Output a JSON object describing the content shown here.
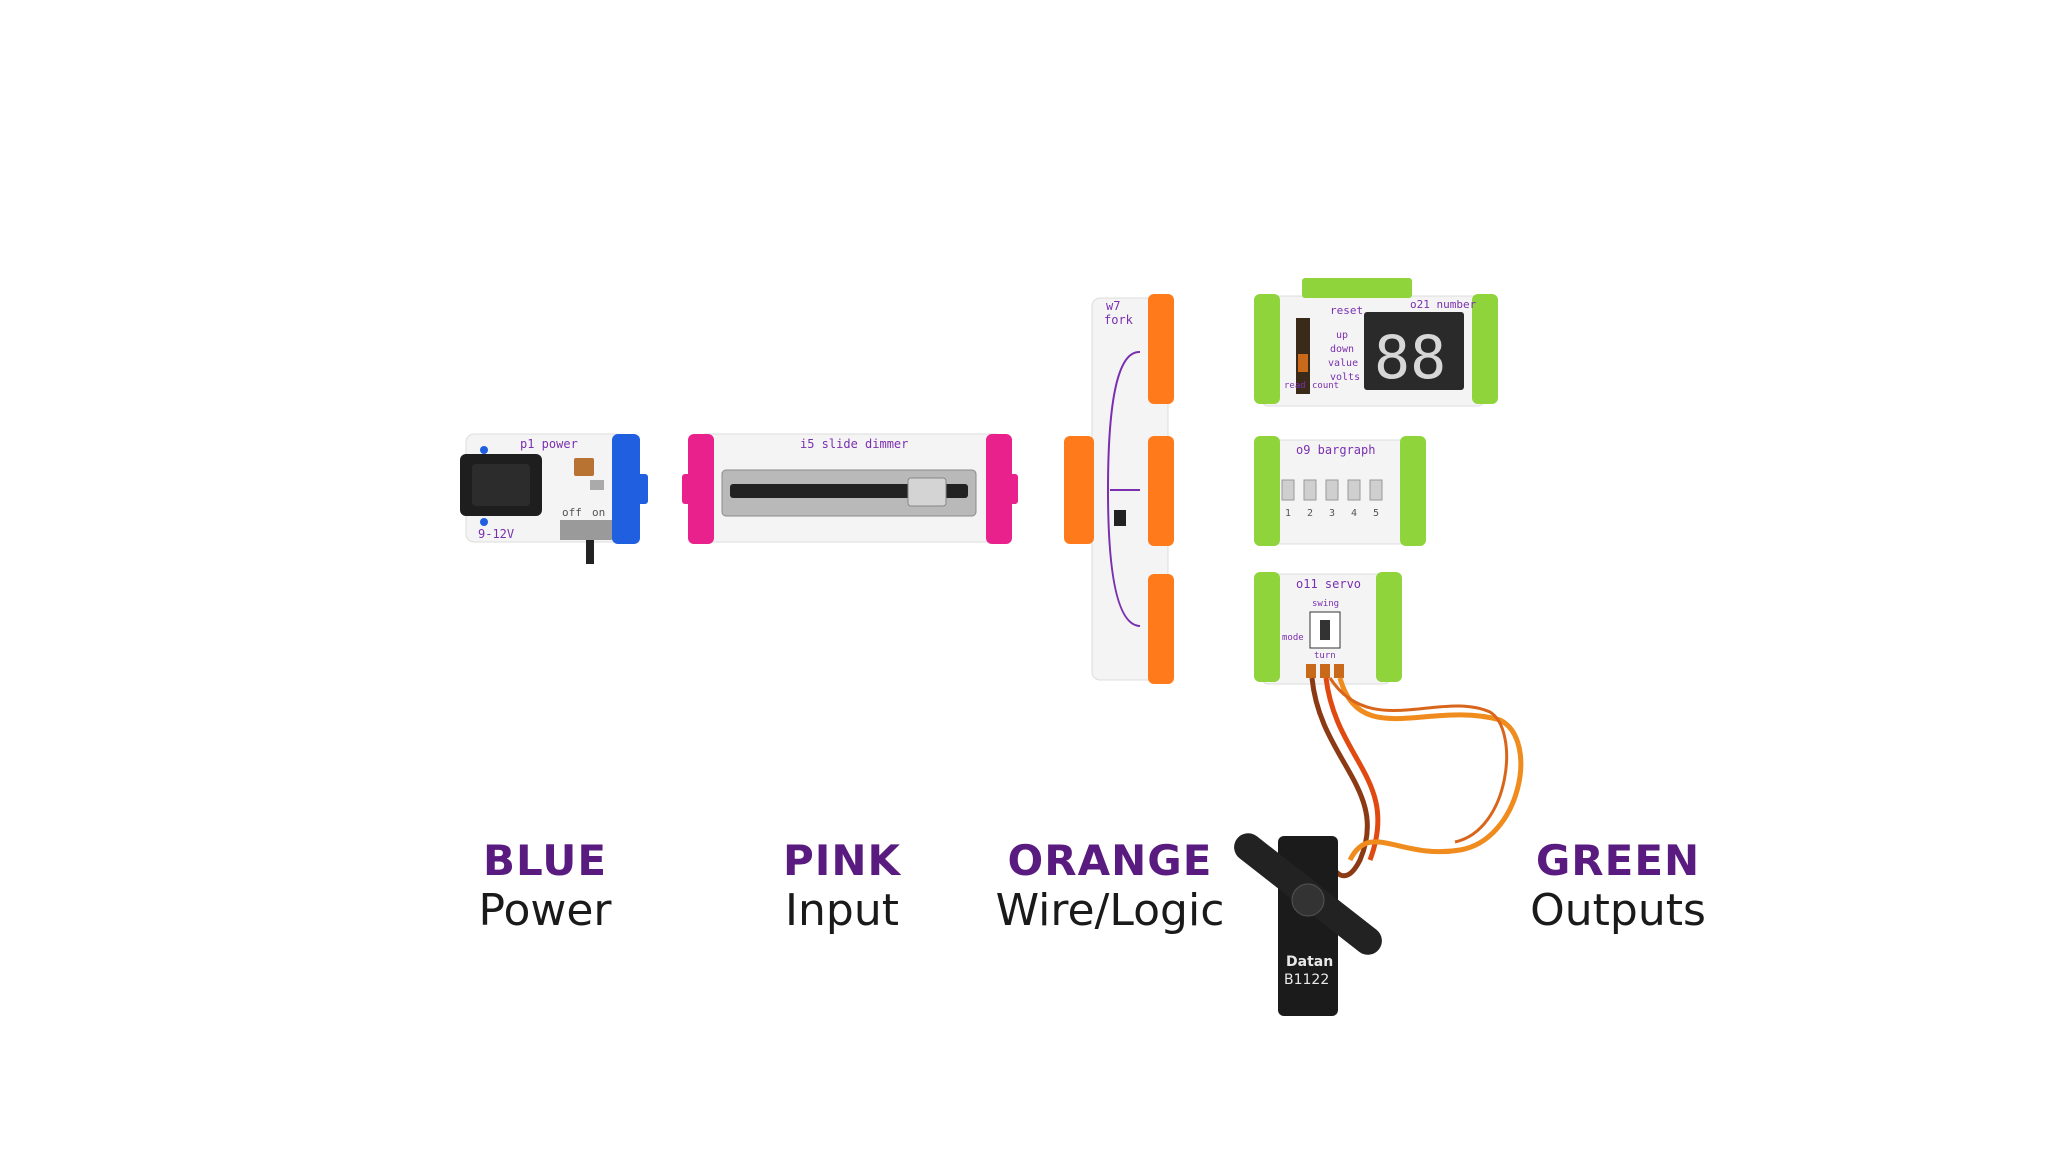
{
  "colors": {
    "label_purple": "#5a1b80",
    "blue": "#1f5fe0",
    "pink": "#e8218c",
    "orange": "#ff7a1a",
    "green": "#8ed43a",
    "pcb_trace": "#7a2fb0"
  },
  "labels": [
    {
      "category": "BLUE",
      "description": "Power"
    },
    {
      "category": "PINK",
      "description": "Input"
    },
    {
      "category": "ORANGE",
      "description": "Wire/Logic"
    },
    {
      "category": "GREEN",
      "description": "Outputs"
    }
  ],
  "modules": {
    "power": {
      "name": "p1 power",
      "voltage": "9-12V",
      "switch_off": "off",
      "switch_on": "on"
    },
    "dimmer": {
      "name": "i5 slide dimmer"
    },
    "fork": {
      "name_line1": "w7",
      "name_line2": "fork"
    },
    "number": {
      "name": "o21 number",
      "reset": "reset",
      "read": "read",
      "count": "count",
      "modes": [
        "up",
        "down",
        "value",
        "volts"
      ],
      "display": "88"
    },
    "bargraph": {
      "name": "o9 bargraph",
      "bars": [
        "1",
        "2",
        "3",
        "4",
        "5"
      ]
    },
    "servo": {
      "name": "o11 servo",
      "swing": "swing",
      "turn": "turn",
      "mode": "mode"
    },
    "servo_motor": {
      "brand": "Datan",
      "model": "B1122"
    }
  }
}
